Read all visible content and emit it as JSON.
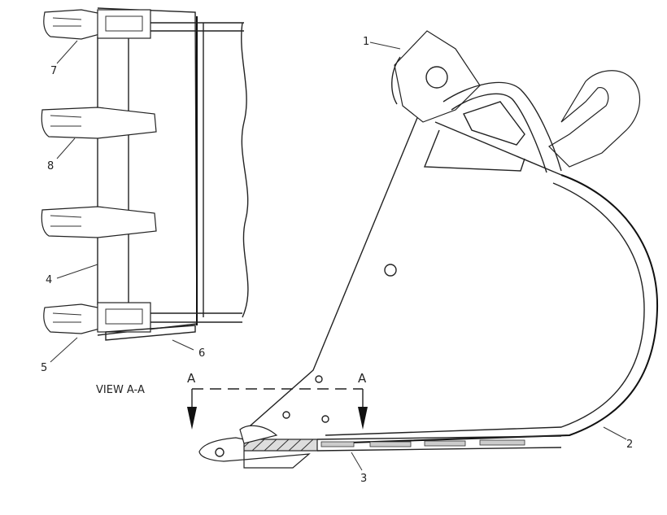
{
  "diagram": {
    "view_label": "VIEW A-A",
    "section_marker_left": "A",
    "section_marker_right": "A",
    "callouts": [
      {
        "id": "1",
        "text": "1"
      },
      {
        "id": "2",
        "text": "2"
      },
      {
        "id": "3",
        "text": "3"
      },
      {
        "id": "4",
        "text": "4"
      },
      {
        "id": "5",
        "text": "5"
      },
      {
        "id": "6",
        "text": "6"
      },
      {
        "id": "7",
        "text": "7"
      },
      {
        "id": "8",
        "text": "8"
      }
    ]
  }
}
